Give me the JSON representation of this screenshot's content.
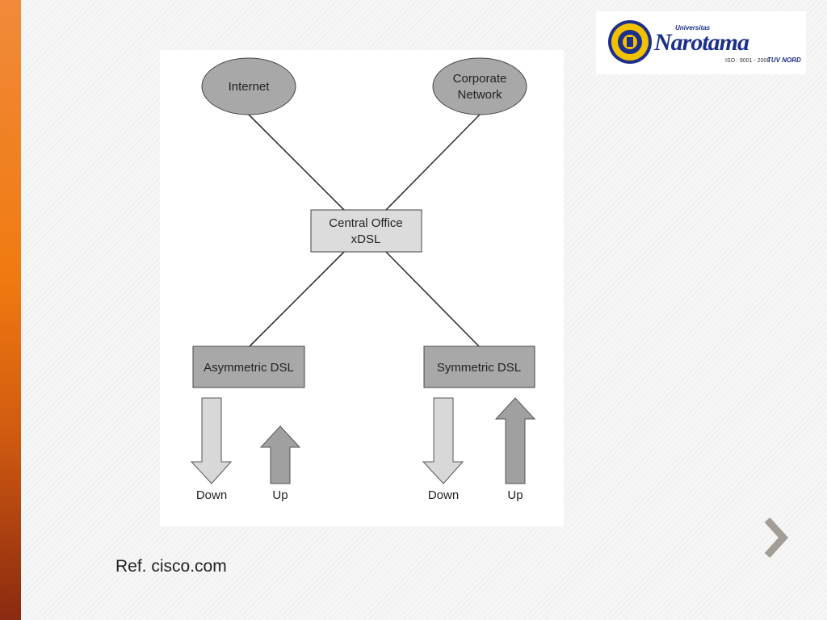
{
  "nodes": {
    "internet": "Internet",
    "corporate_line1": "Corporate",
    "corporate_line2": "Network",
    "central_line1": "Central Office",
    "central_line2": "xDSL",
    "asymmetric": "Asymmetric DSL",
    "symmetric": "Symmetric DSL"
  },
  "arrows": {
    "asym_down": "Down",
    "asym_up": "Up",
    "sym_down": "Down",
    "sym_up": "Up"
  },
  "logo": {
    "univ": "Universitas",
    "name": "Narotama",
    "iso": "ISO : 9001 - 2008",
    "tuv": "TUV NORD"
  },
  "reference": "Ref. cisco.com",
  "colors": {
    "sidebar": "#f07a10",
    "ellipse_fill": "#a8a8a8",
    "box_light": "#dcdcdc",
    "box_dark": "#a8a8a8",
    "arrow_light": "#d8d8d8",
    "arrow_dark": "#a0a0a0"
  }
}
